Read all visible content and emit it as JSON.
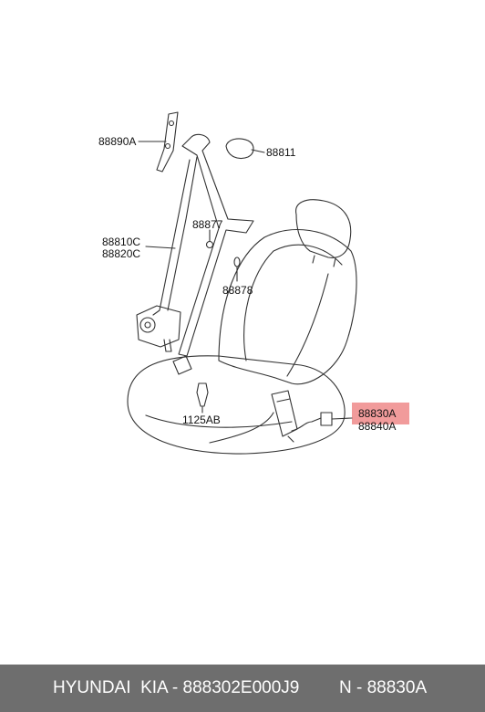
{
  "callouts": {
    "p88890A": "88890A",
    "p88811": "88811",
    "p88877": "88877",
    "p88810C": "88810C",
    "p88820C": "88820C",
    "p88878": "88878",
    "p1125AB": "1125AB",
    "p88830A": "88830A",
    "p88840A": "88840A"
  },
  "highlight": {
    "part": "88830A",
    "color": "#ef8a8a"
  },
  "footer": {
    "left": "HYUNDAI  KIA - 888302E000J9",
    "right": "N - 88830A",
    "background": "#6e6e6e"
  }
}
